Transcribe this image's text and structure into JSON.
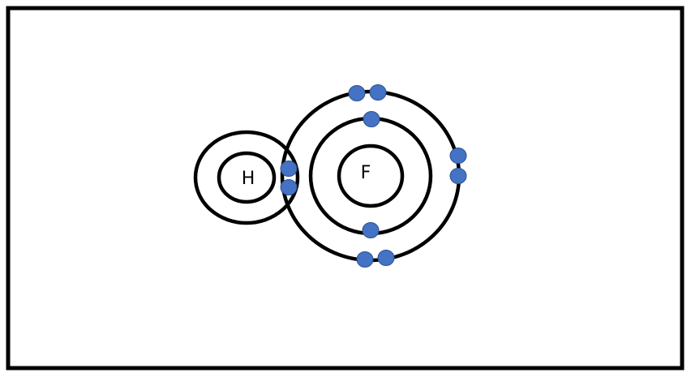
{
  "diagram": {
    "atoms": [
      {
        "symbol": "H",
        "shells": 1
      },
      {
        "symbol": "F",
        "shells": 2
      }
    ],
    "electron_count": 10,
    "colors": {
      "frame": "#000000",
      "shell": "#000000",
      "electron_fill": "#4472c4",
      "electron_stroke": "#2f528f",
      "background": "#ffffff"
    }
  }
}
